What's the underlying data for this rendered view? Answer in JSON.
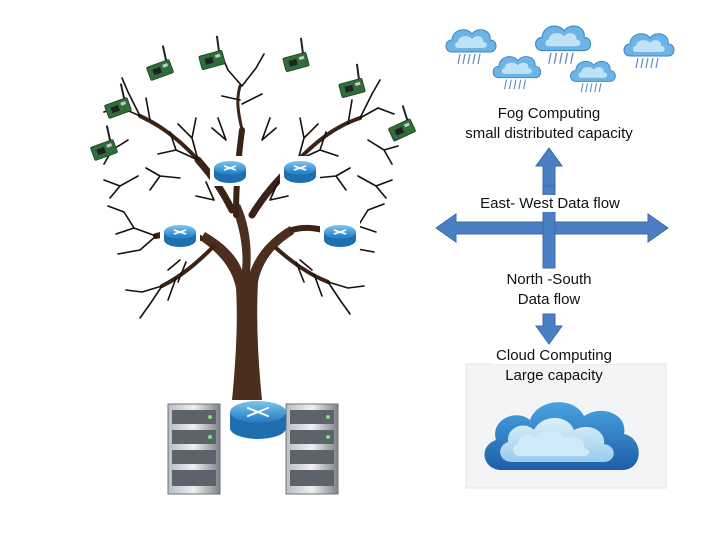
{
  "labels": {
    "fog_title": "Fog Computing",
    "fog_subtitle": "small distributed capacity",
    "east_west": "East- West Data flow",
    "north_south_1": "North -South",
    "north_south_2": "Data flow",
    "cloud_title": "Cloud Computing",
    "cloud_subtitle": "Large capacity"
  },
  "colors": {
    "arrow": "#4a7fc4",
    "trunk": "#4b2e1e",
    "branch": "#1a120d",
    "router": "#2f8fd0",
    "cloud_dark": "#1f6fb8",
    "cloud_light": "#b9e0f5",
    "server": "#8a8f96"
  }
}
